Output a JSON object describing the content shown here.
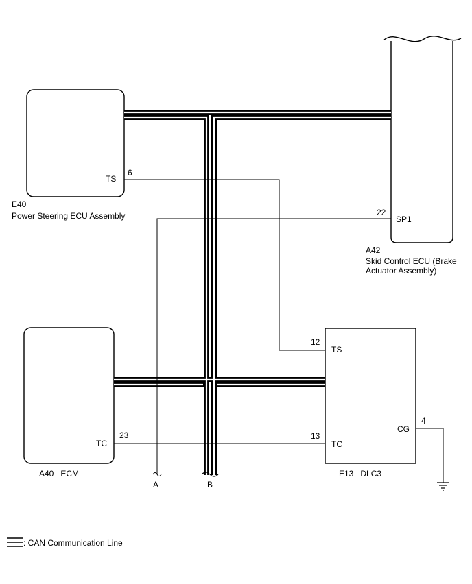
{
  "components": {
    "e40": {
      "code": "E40",
      "name": "Power Steering ECU Assembly",
      "terminal": {
        "label": "TS",
        "pin": "6"
      }
    },
    "a42": {
      "code": "A42",
      "name_line1": "Skid Control ECU (Brake",
      "name_line2": "Actuator Assembly)",
      "terminal": {
        "label": "SP1",
        "pin": "22"
      }
    },
    "a40": {
      "label": "A40   ECM",
      "terminal": {
        "label": "TC",
        "pin": "23"
      }
    },
    "e13": {
      "label": "E13   DLC3",
      "terminals": {
        "ts": {
          "label": "TS",
          "pin": "12"
        },
        "tc": {
          "label": "TC",
          "pin": "13"
        },
        "cg": {
          "label": "CG",
          "pin": "4"
        }
      }
    }
  },
  "connectors": {
    "a": "A",
    "b": "B"
  },
  "legend": {
    "text": ": CAN Communication Line"
  }
}
